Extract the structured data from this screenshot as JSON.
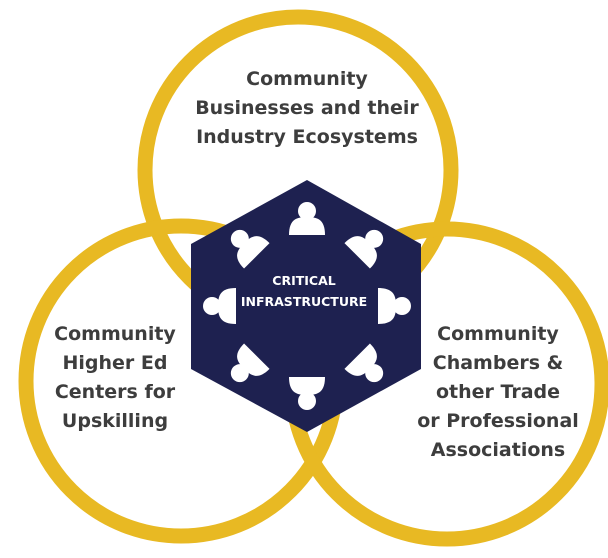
{
  "colors": {
    "ring": "#e8b923",
    "hexagon": "#1e2150",
    "figure": "#ffffff",
    "label_text": "#3d3d3d"
  },
  "circles": {
    "top": {
      "lines": [
        "Community",
        "Businesses and their",
        "Industry Ecosystems"
      ]
    },
    "left": {
      "lines": [
        "Community",
        "Higher Ed",
        "Centers for",
        "Upskilling"
      ]
    },
    "right": {
      "lines": [
        "Community",
        "Chambers &",
        "other Trade",
        "or Professional",
        "Associations"
      ]
    }
  },
  "center": {
    "lines": [
      "CRITICAL",
      "INFRASTRUCTURE"
    ],
    "figure_icon": "person-icon",
    "figure_count": 8
  }
}
